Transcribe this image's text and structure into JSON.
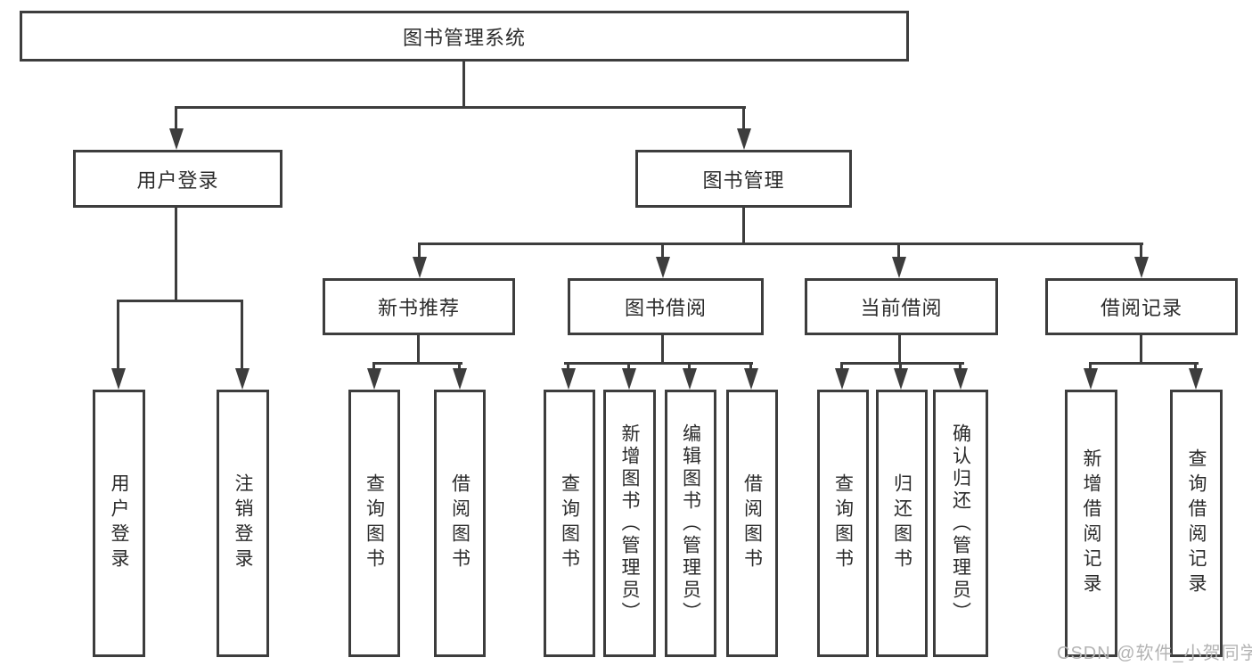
{
  "tree": {
    "root": {
      "label": "图书管理系统"
    },
    "branches": [
      {
        "label": "用户登录",
        "children": [
          {
            "label": "用户登录"
          },
          {
            "label": "注销登录"
          }
        ]
      },
      {
        "label": "图书管理",
        "children": [
          {
            "label": "新书推荐",
            "children": [
              {
                "label": "查询图书"
              },
              {
                "label": "借阅图书"
              }
            ]
          },
          {
            "label": "图书借阅",
            "children": [
              {
                "label": "查询图书"
              },
              {
                "label": "新增图书（管理员）"
              },
              {
                "label": "编辑图书（管理员）"
              },
              {
                "label": "借阅图书"
              }
            ]
          },
          {
            "label": "当前借阅",
            "children": [
              {
                "label": "查询图书"
              },
              {
                "label": "归还图书"
              },
              {
                "label": "确认归还（管理员）"
              }
            ]
          },
          {
            "label": "借阅记录",
            "children": [
              {
                "label": "新增借阅记录"
              },
              {
                "label": "查询借阅记录"
              }
            ]
          }
        ]
      }
    ]
  },
  "watermark": "CSDN @软件_小贺同学",
  "colors": {
    "line": "#3d3d3d",
    "text": "#2b2b2b",
    "watermark": "#b3b3b3",
    "background": "#ffffff"
  }
}
